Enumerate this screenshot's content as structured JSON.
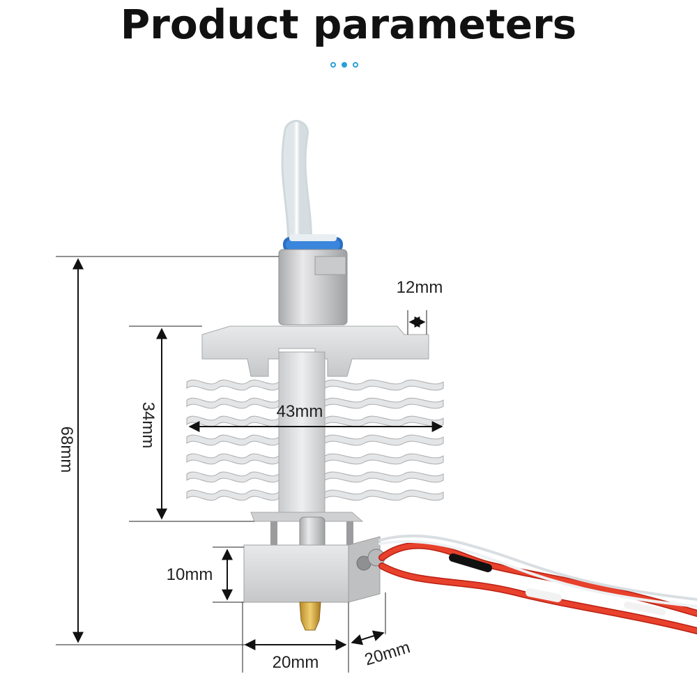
{
  "title": "Product parameters",
  "dimensions": {
    "total_height": "68mm",
    "heatsink_height": "34mm",
    "heatsink_width": "43mm",
    "mount_offset": "12mm",
    "block_height": "10mm",
    "block_width": "20mm",
    "block_depth": "20mm"
  },
  "colors": {
    "accent": "#2a9fd8",
    "wire_red": "#e0301e",
    "aluminium": "#d8d9db"
  }
}
